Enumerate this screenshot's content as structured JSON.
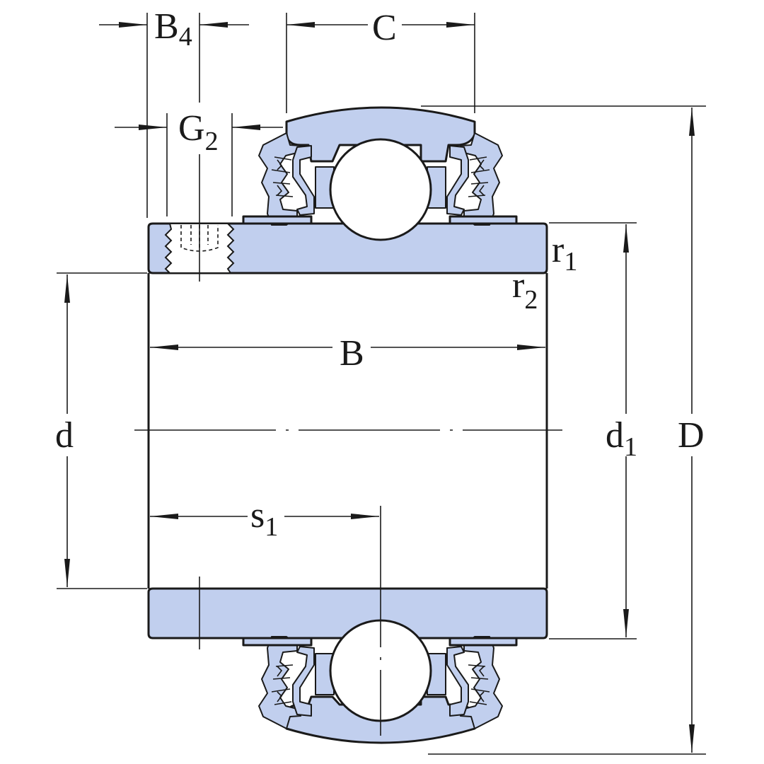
{
  "labels": {
    "B4_main": "B",
    "B4_sub": "4",
    "C": "C",
    "G2_main": "G",
    "G2_sub": "2",
    "r1_main": "r",
    "r1_sub": "1",
    "r2_main": "r",
    "r2_sub": "2",
    "B": "B",
    "d": "d",
    "d1_main": "d",
    "d1_sub": "1",
    "D": "D",
    "s1_main": "s",
    "s1_sub": "1"
  },
  "colors": {
    "part_fill": "#c1cfee",
    "line": "#1a1a1a",
    "background": "#ffffff"
  }
}
